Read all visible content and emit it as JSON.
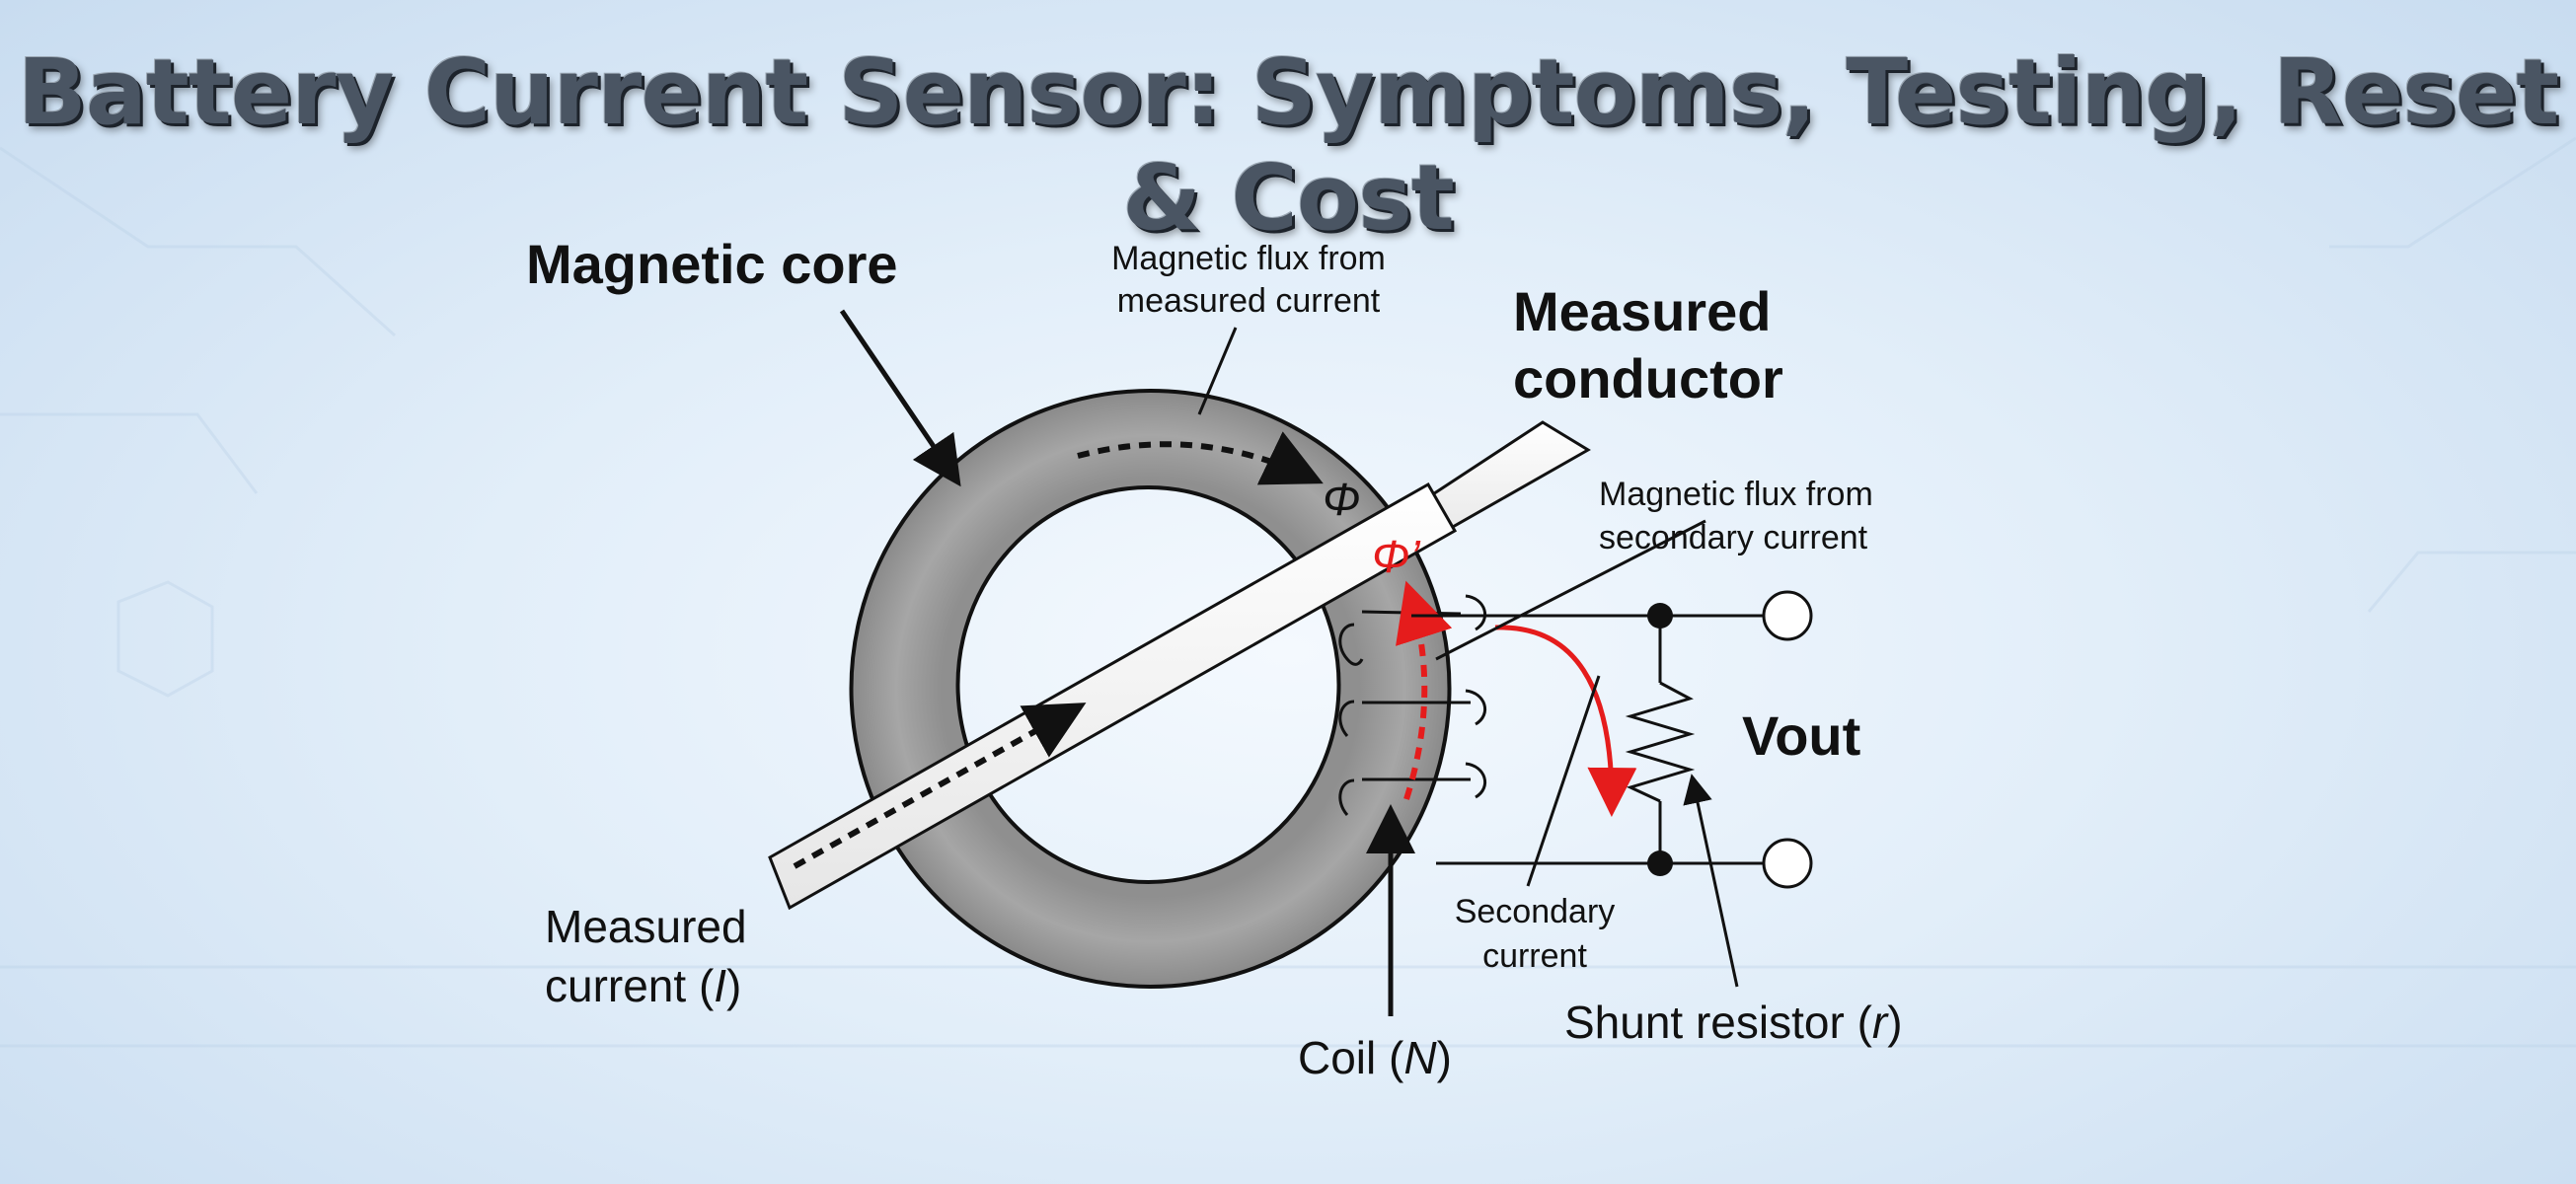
{
  "title": "Battery Current Sensor: Symptoms, Testing, Reset & Cost",
  "labels": {
    "magnetic_core": "Magnetic core",
    "flux_measured_1": "Magnetic flux from",
    "flux_measured_2": "measured current",
    "measured_conductor_1": "Measured",
    "measured_conductor_2": "conductor",
    "flux_secondary_1": "Magnetic flux from",
    "flux_secondary_2": "secondary current",
    "phi": "Φ",
    "phi_prime": "Φ’",
    "vout": "Vout",
    "measured_current_1": "Measured",
    "measured_current_2a": "current (",
    "measured_current_var": "I",
    "measured_current_2b": ")",
    "secondary_current_1": "Secondary",
    "secondary_current_2": "current",
    "coil_a": "Coil (",
    "coil_var": "N",
    "coil_b": ")",
    "shunt_a": "Shunt resistor (",
    "shunt_var": "r",
    "shunt_b": ")"
  },
  "colors": {
    "core_fill": "#9d9d9d",
    "secondary_flux": "#e51c1c",
    "ink": "#111111"
  }
}
